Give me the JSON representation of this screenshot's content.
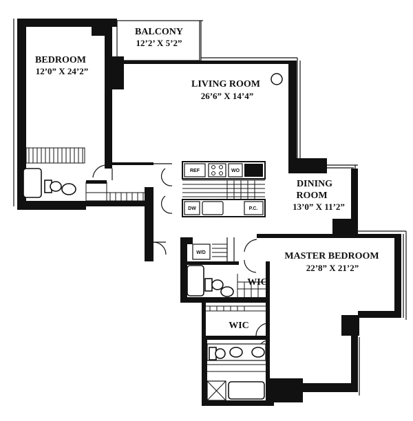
{
  "colors": {
    "wall": "#111111",
    "background": "#ffffff",
    "line": "#222222"
  },
  "rooms": {
    "balcony": {
      "name": "BALCONY",
      "dims": "12’2’ X 5’2”"
    },
    "bedroom": {
      "name": "BEDROOM",
      "dims": "12’0” X 24’2”"
    },
    "living_room": {
      "name": "LIVING ROOM",
      "dims": "26’6” X 14’4”"
    },
    "dining_room": {
      "name_line1": "DINING",
      "name_line2": "ROOM",
      "dims": "13’0” X 11’2”"
    },
    "master_bedroom": {
      "name": "MASTER BEDROOM",
      "dims": "22’8” X 21’2”"
    },
    "wic_1": {
      "name": "WIC"
    },
    "wic_2": {
      "name": "WIC"
    }
  },
  "appliances": {
    "ref": "REF",
    "wo": "WO",
    "dw": "DW",
    "pc": "P.C.",
    "wd": "W/D"
  }
}
